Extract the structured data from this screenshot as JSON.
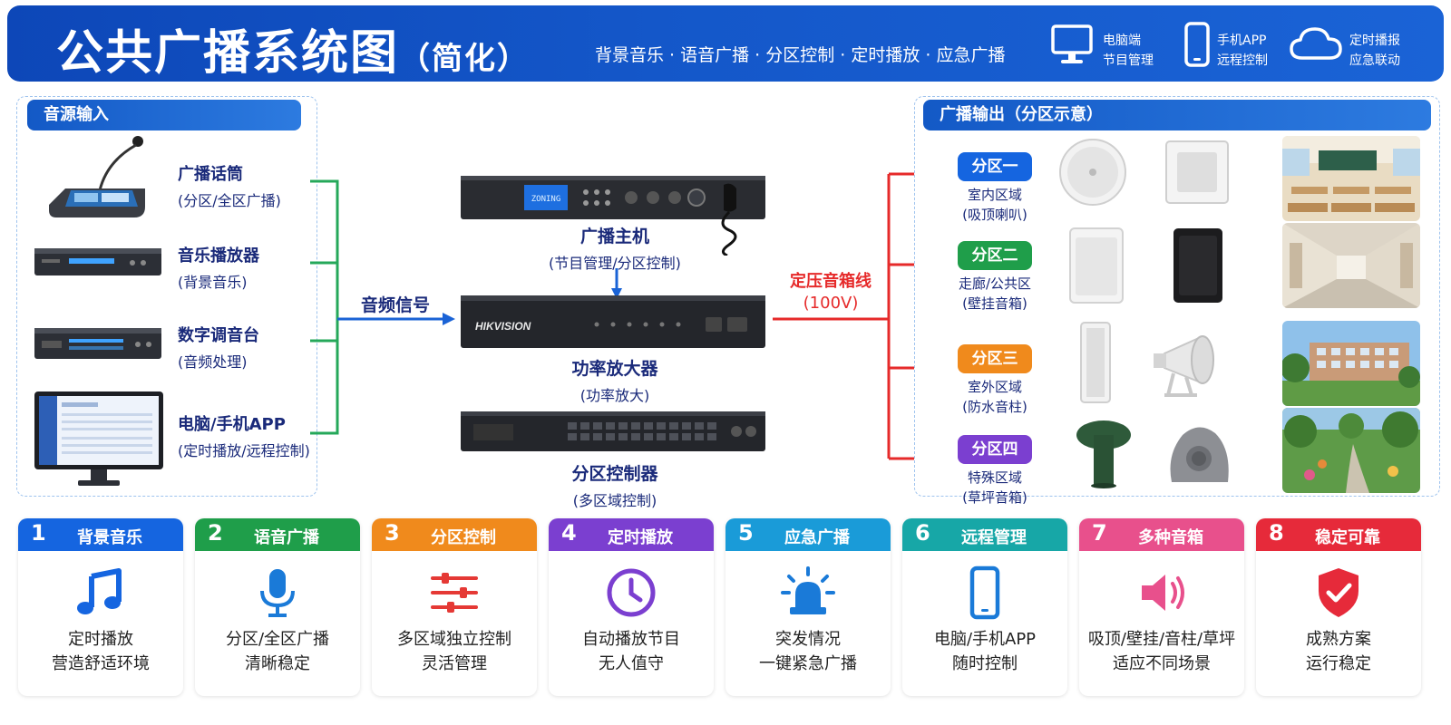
{
  "header": {
    "title": "公共广播系统图",
    "title_suffix": "（简化）",
    "subtitle": "背景音乐 · 语音广播 · 分区控制 · 定时播放 · 应急广播",
    "items": [
      {
        "icon": "monitor-icon",
        "line1": "电脑端",
        "line2": "节目管理"
      },
      {
        "icon": "phone-icon",
        "line1": "手机APP",
        "line2": "远程控制"
      },
      {
        "icon": "cloud-icon",
        "line1": "定时播报",
        "line2": "应急联动"
      }
    ]
  },
  "sources": {
    "title": "音源输入",
    "items": [
      {
        "name": "广播话筒",
        "sub": "(分区/全区广播)",
        "icon": "microphone-console-icon"
      },
      {
        "name": "音乐播放器",
        "sub": "(背景音乐)",
        "icon": "music-player-icon"
      },
      {
        "name": "数字调音台",
        "sub": "(音频处理)",
        "icon": "mixer-icon"
      },
      {
        "name": "电脑/手机APP",
        "sub": "(定时播放/远程控制)",
        "icon": "computer-icon"
      }
    ]
  },
  "signal_label": "音频信号",
  "devices": [
    {
      "name": "广播主机",
      "sub": "(节目管理/分区控制)",
      "screen_text": "ZONING",
      "brand": ""
    },
    {
      "name": "功率放大器",
      "sub": "(功率放大)",
      "brand": "HIKVISION"
    },
    {
      "name": "分区控制器",
      "sub": "(多区域控制)"
    }
  ],
  "line_label": {
    "line1": "定压音箱线",
    "line2": "(100V)"
  },
  "outputs": {
    "title": "广播输出（分区示意）",
    "zones": [
      {
        "badge": "分区一",
        "area": "室内区域",
        "type": "(吸顶喇叭)",
        "color": "#1565e0",
        "scene": "classroom"
      },
      {
        "badge": "分区二",
        "area": "走廊/公共区",
        "type": "(壁挂音箱)",
        "color": "#1f9e4a",
        "scene": "corridor"
      },
      {
        "badge": "分区三",
        "area": "室外区域",
        "type": "(防水音柱)",
        "color": "#f08a1c",
        "scene": "campus"
      },
      {
        "badge": "分区四",
        "area": "特殊区域",
        "type": "(草坪音箱)",
        "color": "#7b3fd0",
        "scene": "garden"
      }
    ]
  },
  "features": [
    {
      "num": "1",
      "label": "背景音乐",
      "line1": "定时播放",
      "line2": "营造舒适环境",
      "color": "#1565e0",
      "icon": "music-note-icon"
    },
    {
      "num": "2",
      "label": "语音广播",
      "line1": "分区/全区广播",
      "line2": "清晰稳定",
      "color": "#1f9e4a",
      "icon": "microphone-icon"
    },
    {
      "num": "3",
      "label": "分区控制",
      "line1": "多区域独立控制",
      "line2": "灵活管理",
      "color": "#f08a1c",
      "icon": "sliders-icon"
    },
    {
      "num": "4",
      "label": "定时播放",
      "line1": "自动播放节目",
      "line2": "无人值守",
      "color": "#7b3fd0",
      "icon": "clock-icon"
    },
    {
      "num": "5",
      "label": "应急广播",
      "line1": "突发情况",
      "line2": "一键紧急广播",
      "color": "#1a9bd8",
      "icon": "alarm-light-icon"
    },
    {
      "num": "6",
      "label": "远程管理",
      "line1": "电脑/手机APP",
      "line2": "随时控制",
      "color": "#17a7a7",
      "icon": "smartphone-icon"
    },
    {
      "num": "7",
      "label": "多种音箱",
      "line1": "吸顶/壁挂/音柱/草坪",
      "line2": "适应不同场景",
      "color": "#e8508c",
      "icon": "speaker-icon"
    },
    {
      "num": "8",
      "label": "稳定可靠",
      "line1": "成熟方案",
      "line2": "运行稳定",
      "color": "#e62a3a",
      "icon": "shield-check-icon"
    }
  ]
}
